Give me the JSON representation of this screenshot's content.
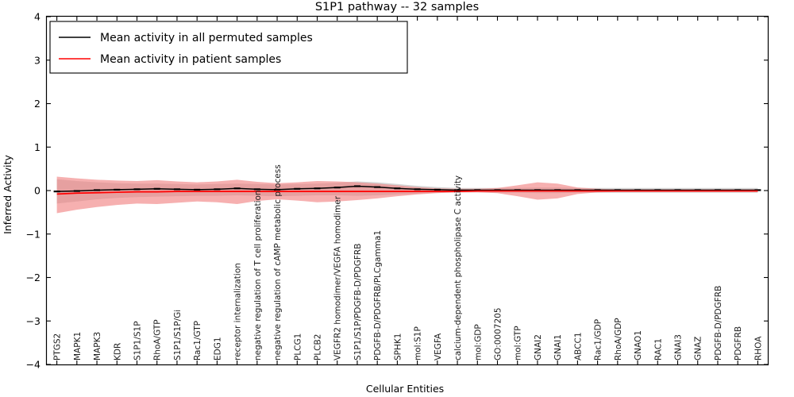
{
  "chart_data": {
    "type": "line",
    "title": "S1P1 pathway -- 32 samples",
    "xlabel": "Cellular Entities",
    "ylabel": "Inferred Activity",
    "ylim": [
      -4,
      4
    ],
    "yticks": [
      -4,
      -3,
      -2,
      -1,
      0,
      1,
      2,
      3,
      4
    ],
    "ytick_labels": [
      "-4",
      "-3",
      "-2",
      "-1",
      "0",
      "1",
      "2",
      "3",
      "4"
    ],
    "grid": false,
    "legend_position": "upper left",
    "legend": [
      {
        "label": "Mean activity in all permuted samples",
        "color": "#000000",
        "style": "solid"
      },
      {
        "label": "Mean activity in patient samples",
        "color": "#ff0000",
        "style": "solid"
      }
    ],
    "categories": [
      "PTGS2",
      "MAPK1",
      "MAPK3",
      "KDR",
      "S1P1/S1P",
      "RhoA/GTP",
      "S1P1/S1P/Gi",
      "Rac1/GTP",
      "EDG1",
      "receptor internalization",
      "negative regulation of T cell proliferation",
      "negative regulation of cAMP metabolic process",
      "PLCG1",
      "PLCB2",
      "VEGFR2 homodimer/VEGFA homodimer",
      "S1P1/S1P/PDGFB-D/PDGFRB",
      "PDGFB-D/PDGFRB/PLCgamma1",
      "SPHK1",
      "mol:S1P",
      "VEGFA",
      "calcium-dependent phospholipase C activity",
      "mol:GDP",
      "GO:0007205",
      "mol:GTP",
      "GNAI2",
      "GNAI1",
      "ABCC1",
      "Rac1/GDP",
      "RhoA/GDP",
      "GNAO1",
      "RAC1",
      "GNAI3",
      "GNAZ",
      "PDGFB-D/PDGFRB",
      "PDGFRB",
      "RHOA"
    ],
    "series": [
      {
        "name": "Mean activity in all permuted samples",
        "color": "#000000",
        "values": [
          -0.02,
          -0.01,
          0.01,
          0.02,
          0.03,
          0.04,
          0.03,
          0.02,
          0.03,
          0.05,
          0.03,
          0.02,
          0.04,
          0.05,
          0.07,
          0.1,
          0.08,
          0.05,
          0.03,
          0.02,
          0.01,
          0.01,
          0.01,
          0.01,
          0.01,
          0.01,
          0.01,
          0.01,
          0.01,
          0.01,
          0.01,
          0.01,
          0.01,
          0.01,
          0.01,
          0.01
        ],
        "band_lower": [
          -0.3,
          -0.25,
          -0.2,
          -0.17,
          -0.15,
          -0.14,
          -0.13,
          -0.12,
          -0.12,
          -0.11,
          -0.12,
          -0.13,
          -0.12,
          -0.11,
          -0.11,
          -0.12,
          -0.11,
          -0.09,
          -0.07,
          -0.05,
          -0.04,
          -0.04,
          -0.05,
          -0.05,
          -0.06,
          -0.06,
          -0.05,
          -0.05,
          -0.05,
          -0.05,
          -0.05,
          -0.05,
          -0.05,
          -0.05,
          -0.05,
          -0.05
        ],
        "band_upper": [
          0.26,
          0.22,
          0.19,
          0.17,
          0.16,
          0.16,
          0.15,
          0.14,
          0.15,
          0.16,
          0.15,
          0.14,
          0.15,
          0.16,
          0.18,
          0.21,
          0.19,
          0.15,
          0.11,
          0.08,
          0.06,
          0.06,
          0.06,
          0.06,
          0.07,
          0.07,
          0.06,
          0.06,
          0.06,
          0.06,
          0.06,
          0.06,
          0.06,
          0.06,
          0.06,
          0.06
        ]
      },
      {
        "name": "Mean activity in patient samples",
        "color": "#ff0000",
        "values": [
          -0.08,
          -0.06,
          -0.05,
          -0.04,
          -0.03,
          -0.03,
          -0.02,
          -0.02,
          -0.02,
          -0.02,
          -0.02,
          -0.02,
          -0.02,
          -0.02,
          -0.02,
          -0.02,
          -0.02,
          -0.02,
          -0.02,
          -0.02,
          -0.02,
          -0.01,
          -0.01,
          -0.01,
          -0.01,
          -0.01,
          -0.01,
          -0.01,
          -0.01,
          -0.01,
          -0.01,
          -0.01,
          -0.01,
          -0.01,
          -0.01,
          -0.01
        ],
        "band_lower": [
          -0.52,
          -0.44,
          -0.38,
          -0.33,
          -0.3,
          -0.31,
          -0.28,
          -0.25,
          -0.27,
          -0.31,
          -0.24,
          -0.2,
          -0.23,
          -0.27,
          -0.25,
          -0.22,
          -0.18,
          -0.13,
          -0.09,
          -0.06,
          -0.04,
          -0.04,
          -0.06,
          -0.13,
          -0.21,
          -0.18,
          -0.08,
          -0.04,
          -0.03,
          -0.03,
          -0.03,
          -0.03,
          -0.03,
          -0.03,
          -0.03,
          -0.03
        ],
        "band_upper": [
          0.32,
          0.28,
          0.25,
          0.23,
          0.22,
          0.24,
          0.21,
          0.19,
          0.21,
          0.25,
          0.2,
          0.17,
          0.19,
          0.22,
          0.21,
          0.19,
          0.16,
          0.12,
          0.08,
          0.05,
          0.04,
          0.04,
          0.06,
          0.12,
          0.19,
          0.16,
          0.07,
          0.04,
          0.03,
          0.03,
          0.03,
          0.03,
          0.03,
          0.03,
          0.03,
          0.03
        ]
      }
    ]
  },
  "colors": {
    "permuted_line": "#000000",
    "patient_line": "#ff0000",
    "permuted_band": "#b0b0b0",
    "patient_band": "#f08080",
    "frame": "#000000",
    "background": "#ffffff"
  }
}
